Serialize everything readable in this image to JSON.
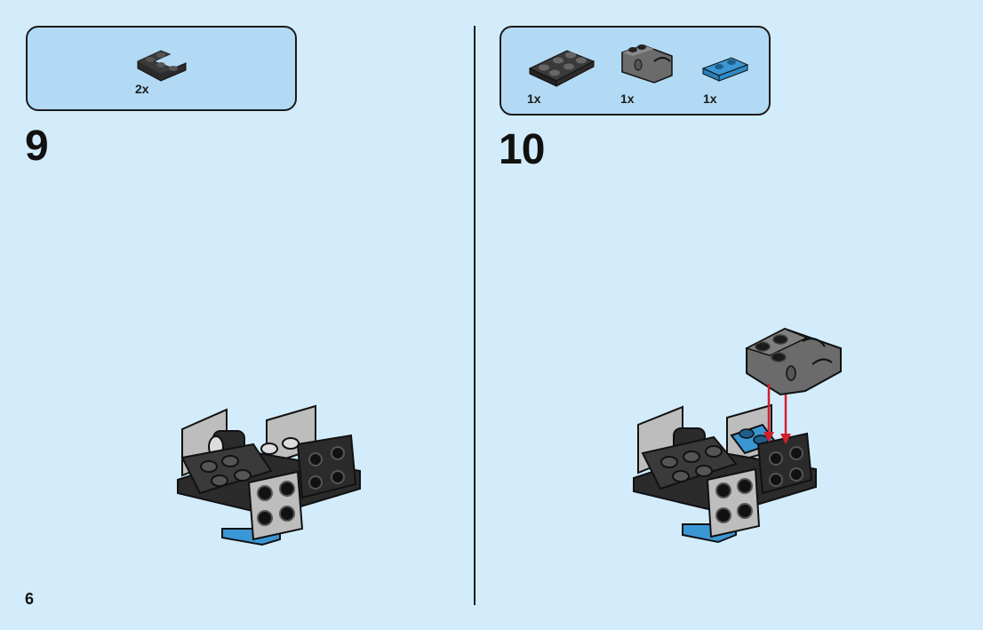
{
  "page": {
    "number": "6"
  },
  "steps": [
    {
      "number": "9",
      "parts": [
        {
          "name": "dark-grey-corner-plate-2x2",
          "qty": "2x",
          "color": "#2b2b2b"
        }
      ]
    },
    {
      "number": "10",
      "parts": [
        {
          "name": "dark-grey-plate-2x3",
          "qty": "1x",
          "color": "#2b2b2b"
        },
        {
          "name": "grey-bracket-connector",
          "qty": "1x",
          "color": "#6b6b6b"
        },
        {
          "name": "blue-plate-1x2",
          "qty": "1x",
          "color": "#3a97d4"
        }
      ]
    }
  ],
  "colors": {
    "background": "#d3ecfb",
    "parts_box": "#b3daf4",
    "outline": "#1b1b1b",
    "arrow": "#d0202a",
    "brick_dark": "#2b2b2b",
    "brick_grey": "#bdbdbd",
    "brick_blue": "#3a97d4"
  }
}
